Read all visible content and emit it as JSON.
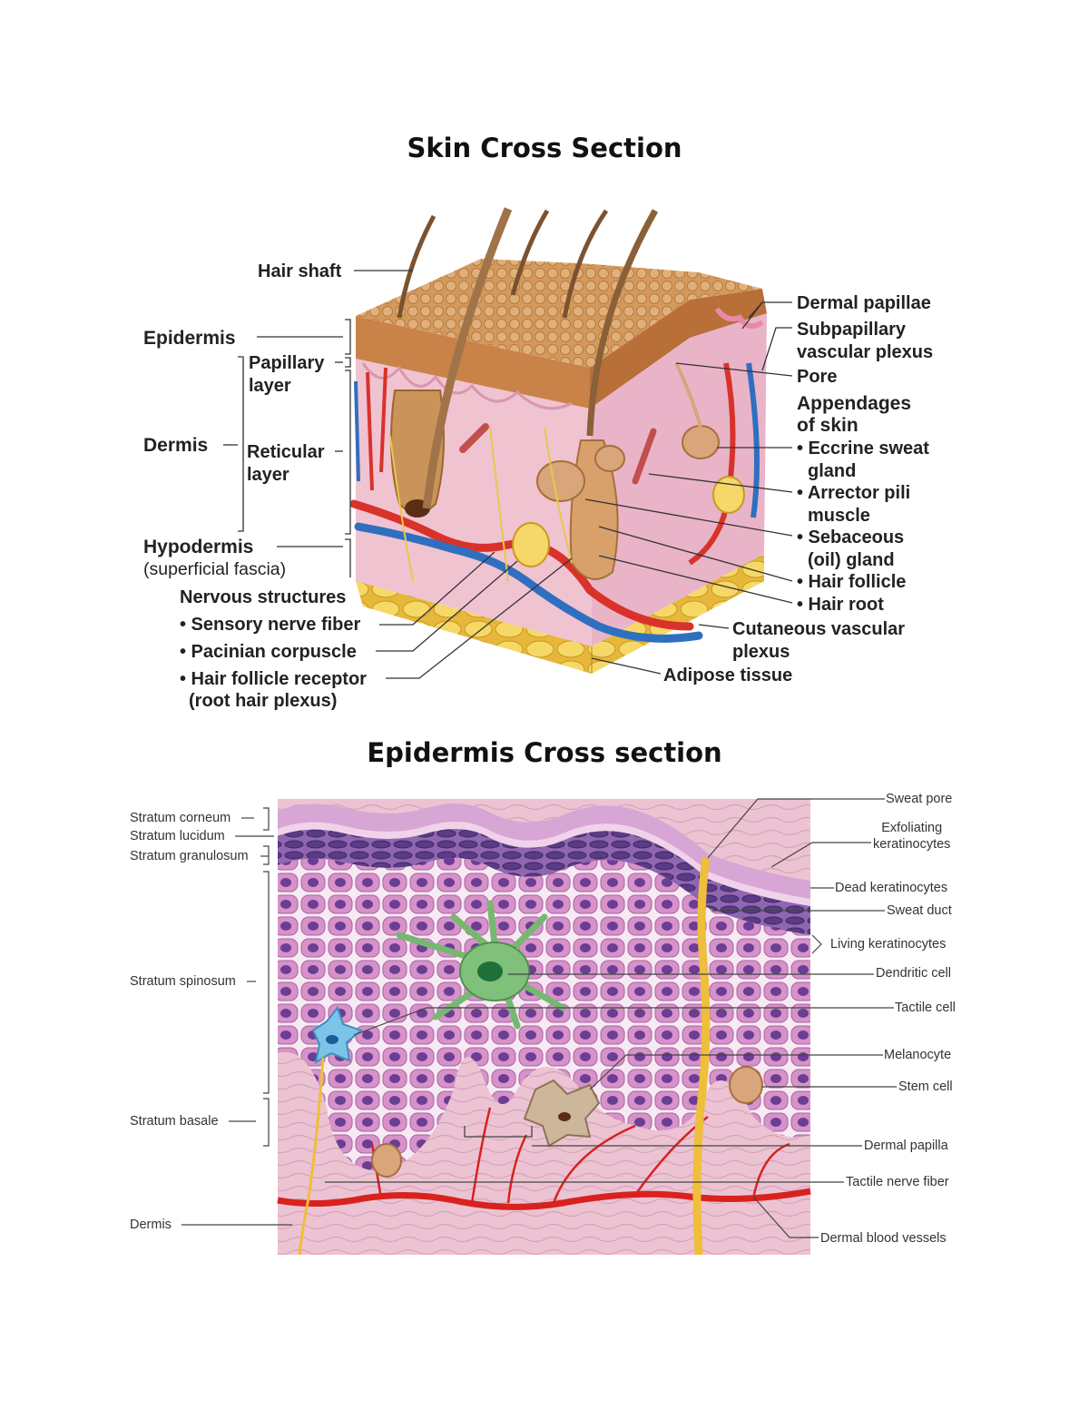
{
  "titles": {
    "skin": "Skin Cross Section",
    "epidermis": "Epidermis Cross section"
  },
  "skin_labels": {
    "hair_shaft": "Hair shaft",
    "epidermis": "Epidermis",
    "papillary_layer": [
      "Papillary",
      "layer"
    ],
    "dermis": "Dermis",
    "reticular_layer": [
      "Reticular",
      "layer"
    ],
    "hypodermis": "Hypodermis",
    "superficial_fascia": "(superficial fascia)",
    "nervous_structures": "Nervous structures",
    "sensory_nerve_fiber": "• Sensory nerve fiber",
    "pacinian_corpuscle": "• Pacinian corpuscle",
    "hair_follicle_receptor": "• Hair follicle receptor",
    "root_hair_plexus": "(root hair plexus)",
    "dermal_papillae": "Dermal papillae",
    "subpapillary": [
      "Subpapillary",
      "vascular plexus"
    ],
    "pore": "Pore",
    "appendages": [
      "Appendages",
      "of skin"
    ],
    "eccrine": [
      "• Eccrine sweat",
      "gland"
    ],
    "arrector": [
      "• Arrector pili",
      "muscle"
    ],
    "sebaceous": [
      "• Sebaceous",
      "(oil) gland"
    ],
    "hair_follicle": "• Hair follicle",
    "hair_root": "• Hair root",
    "cutaneous": [
      "Cutaneous vascular",
      "plexus"
    ],
    "adipose": "Adipose tissue"
  },
  "epi_labels": {
    "stratum_corneum": "Stratum corneum",
    "stratum_lucidum": "Stratum lucidum",
    "stratum_granulosum": "Stratum granulosum",
    "stratum_spinosum": "Stratum spinosum",
    "stratum_basale": "Stratum basale",
    "dermis": "Dermis",
    "sweat_pore": "Sweat pore",
    "exfoliating": [
      "Exfoliating",
      "keratinocytes"
    ],
    "dead_keratinocytes": "Dead keratinocytes",
    "sweat_duct": "Sweat duct",
    "living_keratinocytes": "Living keratinocytes",
    "dendritic_cell": "Dendritic cell",
    "tactile_cell": "Tactile cell",
    "melanocyte": "Melanocyte",
    "stem_cell": "Stem cell",
    "dermal_papilla": "Dermal papilla",
    "tactile_nerve_fiber": "Tactile nerve fiber",
    "dermal_blood_vessels": "Dermal blood vessels"
  },
  "colors": {
    "epidermis_tan": "#c9894e",
    "dermis_pink": "#f2c6d2",
    "adipose_yellow": "#f3cf5a",
    "artery_red": "#d8322a",
    "vein_blue": "#2f6fc0",
    "cell_pink": "#d58fc6",
    "nucleus_purple": "#6a3b92",
    "dendritic_green": "#7fc07a",
    "tactile_blue": "#7cc3ea",
    "duct_yellow": "#f0bf3a"
  }
}
